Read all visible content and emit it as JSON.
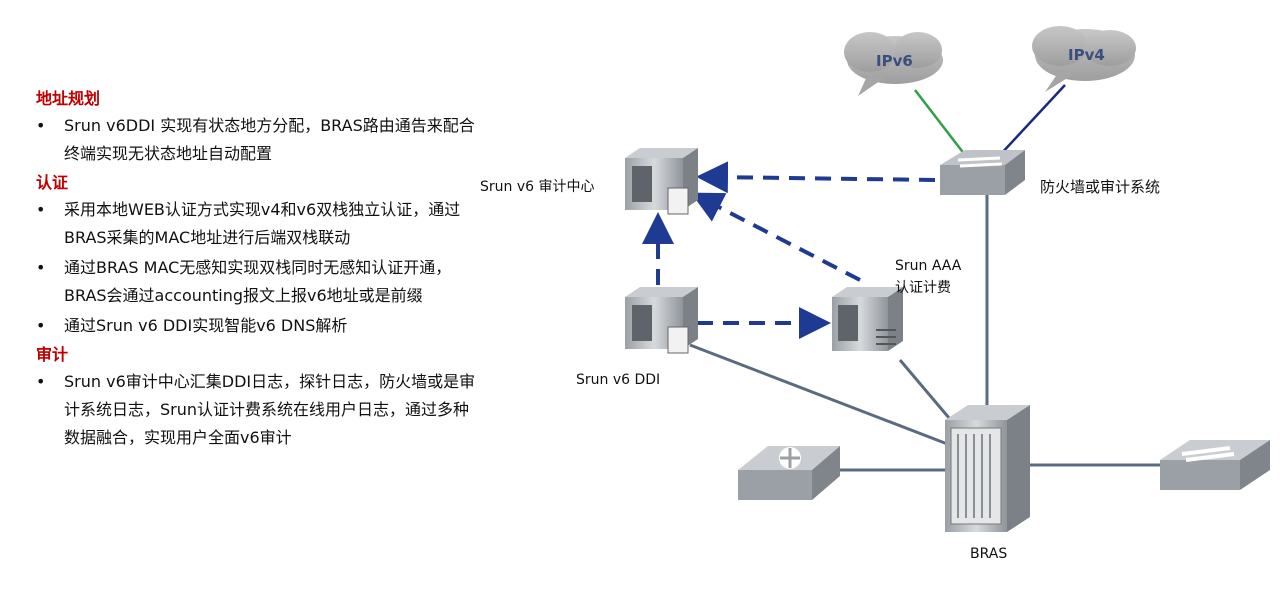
{
  "sections": [
    {
      "title": "地址规划",
      "bullets": [
        "Srun v6DDI 实现有状态地方分配，BRAS路由通告来配合终端实现无状态地址自动配置"
      ]
    },
    {
      "title": "认证",
      "bullets": [
        "采用本地WEB认证方式实现v4和v6双栈独立认证，通过BRAS采集的MAC地址进行后端双栈联动",
        "通过BRAS MAC无感知实现双栈同时无感知认证开通，BRAS会通过accounting报文上报v6地址或是前缀",
        "通过Srun v6 DDI实现智能v6 DNS解析"
      ]
    },
    {
      "title": "审计",
      "bullets": [
        "Srun v6审计中心汇集DDI日志，探针日志，防火墙或是审计系统日志，Srun认证计费系统在线用户日志，通过多种数据融合，实现用户全面v6审计"
      ]
    }
  ],
  "diagram": {
    "clouds": {
      "ipv6": "IPv6",
      "ipv4": "IPv4"
    },
    "labels": {
      "audit_center": "Srun v6 审计中心",
      "firewall": "防火墙或审计系统",
      "aaa_line1": "Srun AAA",
      "aaa_line2": "认证计费",
      "ddi": "Srun v6 DDI",
      "bras": "BRAS"
    },
    "colors": {
      "heading": "#c00000",
      "dashed_arrow": "#1f3a93",
      "ipv6_link": "#2ea04a",
      "ipv4_link": "#1a2a80",
      "solid_link": "#5a6b80",
      "cloud": "#b3b3b3"
    }
  }
}
